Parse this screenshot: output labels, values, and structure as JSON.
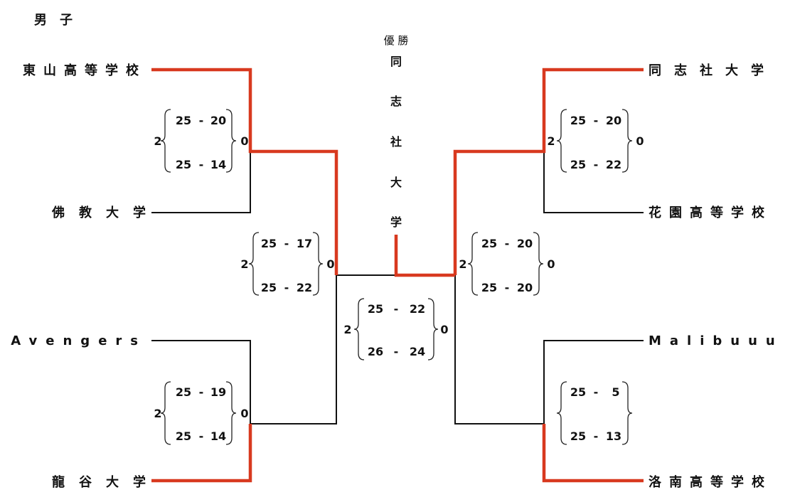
{
  "title": "男　子",
  "champion": {
    "label": "優 勝",
    "name_chars": [
      "同",
      "志",
      "社",
      "大",
      "学"
    ]
  },
  "teams": {
    "L1": "東山高等学校",
    "L2": "佛　教　大　学",
    "L3": "Avengers",
    "L4": "龍　谷　大　学",
    "R1": "同志社大学",
    "R2": "花園高等学校",
    "R3": "Malibuuu",
    "R4": "洛南高等学校"
  },
  "matches": [
    {
      "id": "m1",
      "teams": [
        "東山高等学校",
        "佛　教　大　学"
      ],
      "winner": "東山高等学校",
      "sets_left": "2",
      "sets_right": "0",
      "games": [
        [
          "25",
          "20"
        ],
        [
          "25",
          "14"
        ]
      ]
    },
    {
      "id": "m2",
      "teams": [
        "Avengers",
        "龍　谷　大　学"
      ],
      "winner": "龍　谷　大　学",
      "sets_left": "2",
      "sets_right": "0",
      "games": [
        [
          "25",
          "19"
        ],
        [
          "25",
          "14"
        ]
      ]
    },
    {
      "id": "m3",
      "teams": [
        "同志社大学",
        "花園高等学校"
      ],
      "winner": "同志社大学",
      "sets_left": "2",
      "sets_right": "0",
      "games": [
        [
          "25",
          "20"
        ],
        [
          "25",
          "22"
        ]
      ]
    },
    {
      "id": "m4",
      "teams": [
        "Malibuuu",
        "洛南高等学校"
      ],
      "winner": "洛南高等学校",
      "sets_left": "",
      "sets_right": "",
      "games": [
        [
          "25",
          "5"
        ],
        [
          "25",
          "13"
        ]
      ]
    },
    {
      "id": "m5",
      "teams": [
        "東山高等学校",
        "龍　谷　大　学"
      ],
      "winner": "東山高等学校",
      "sets_left": "2",
      "sets_right": "0",
      "games": [
        [
          "25",
          "17"
        ],
        [
          "25",
          "22"
        ]
      ]
    },
    {
      "id": "m6",
      "teams": [
        "同志社大学",
        "洛南高等学校"
      ],
      "winner": "同志社大学",
      "sets_left": "2",
      "sets_right": "0",
      "games": [
        [
          "25",
          "20"
        ],
        [
          "25",
          "20"
        ]
      ]
    },
    {
      "id": "m7",
      "teams": [
        "東山高等学校",
        "同志社大学"
      ],
      "winner": "同志社大学",
      "sets_left": "2",
      "sets_right": "0",
      "games": [
        [
          "25",
          "22"
        ],
        [
          "26",
          "24"
        ]
      ]
    }
  ],
  "colors": {
    "win_line": "#d8391f",
    "line": "#111111"
  }
}
